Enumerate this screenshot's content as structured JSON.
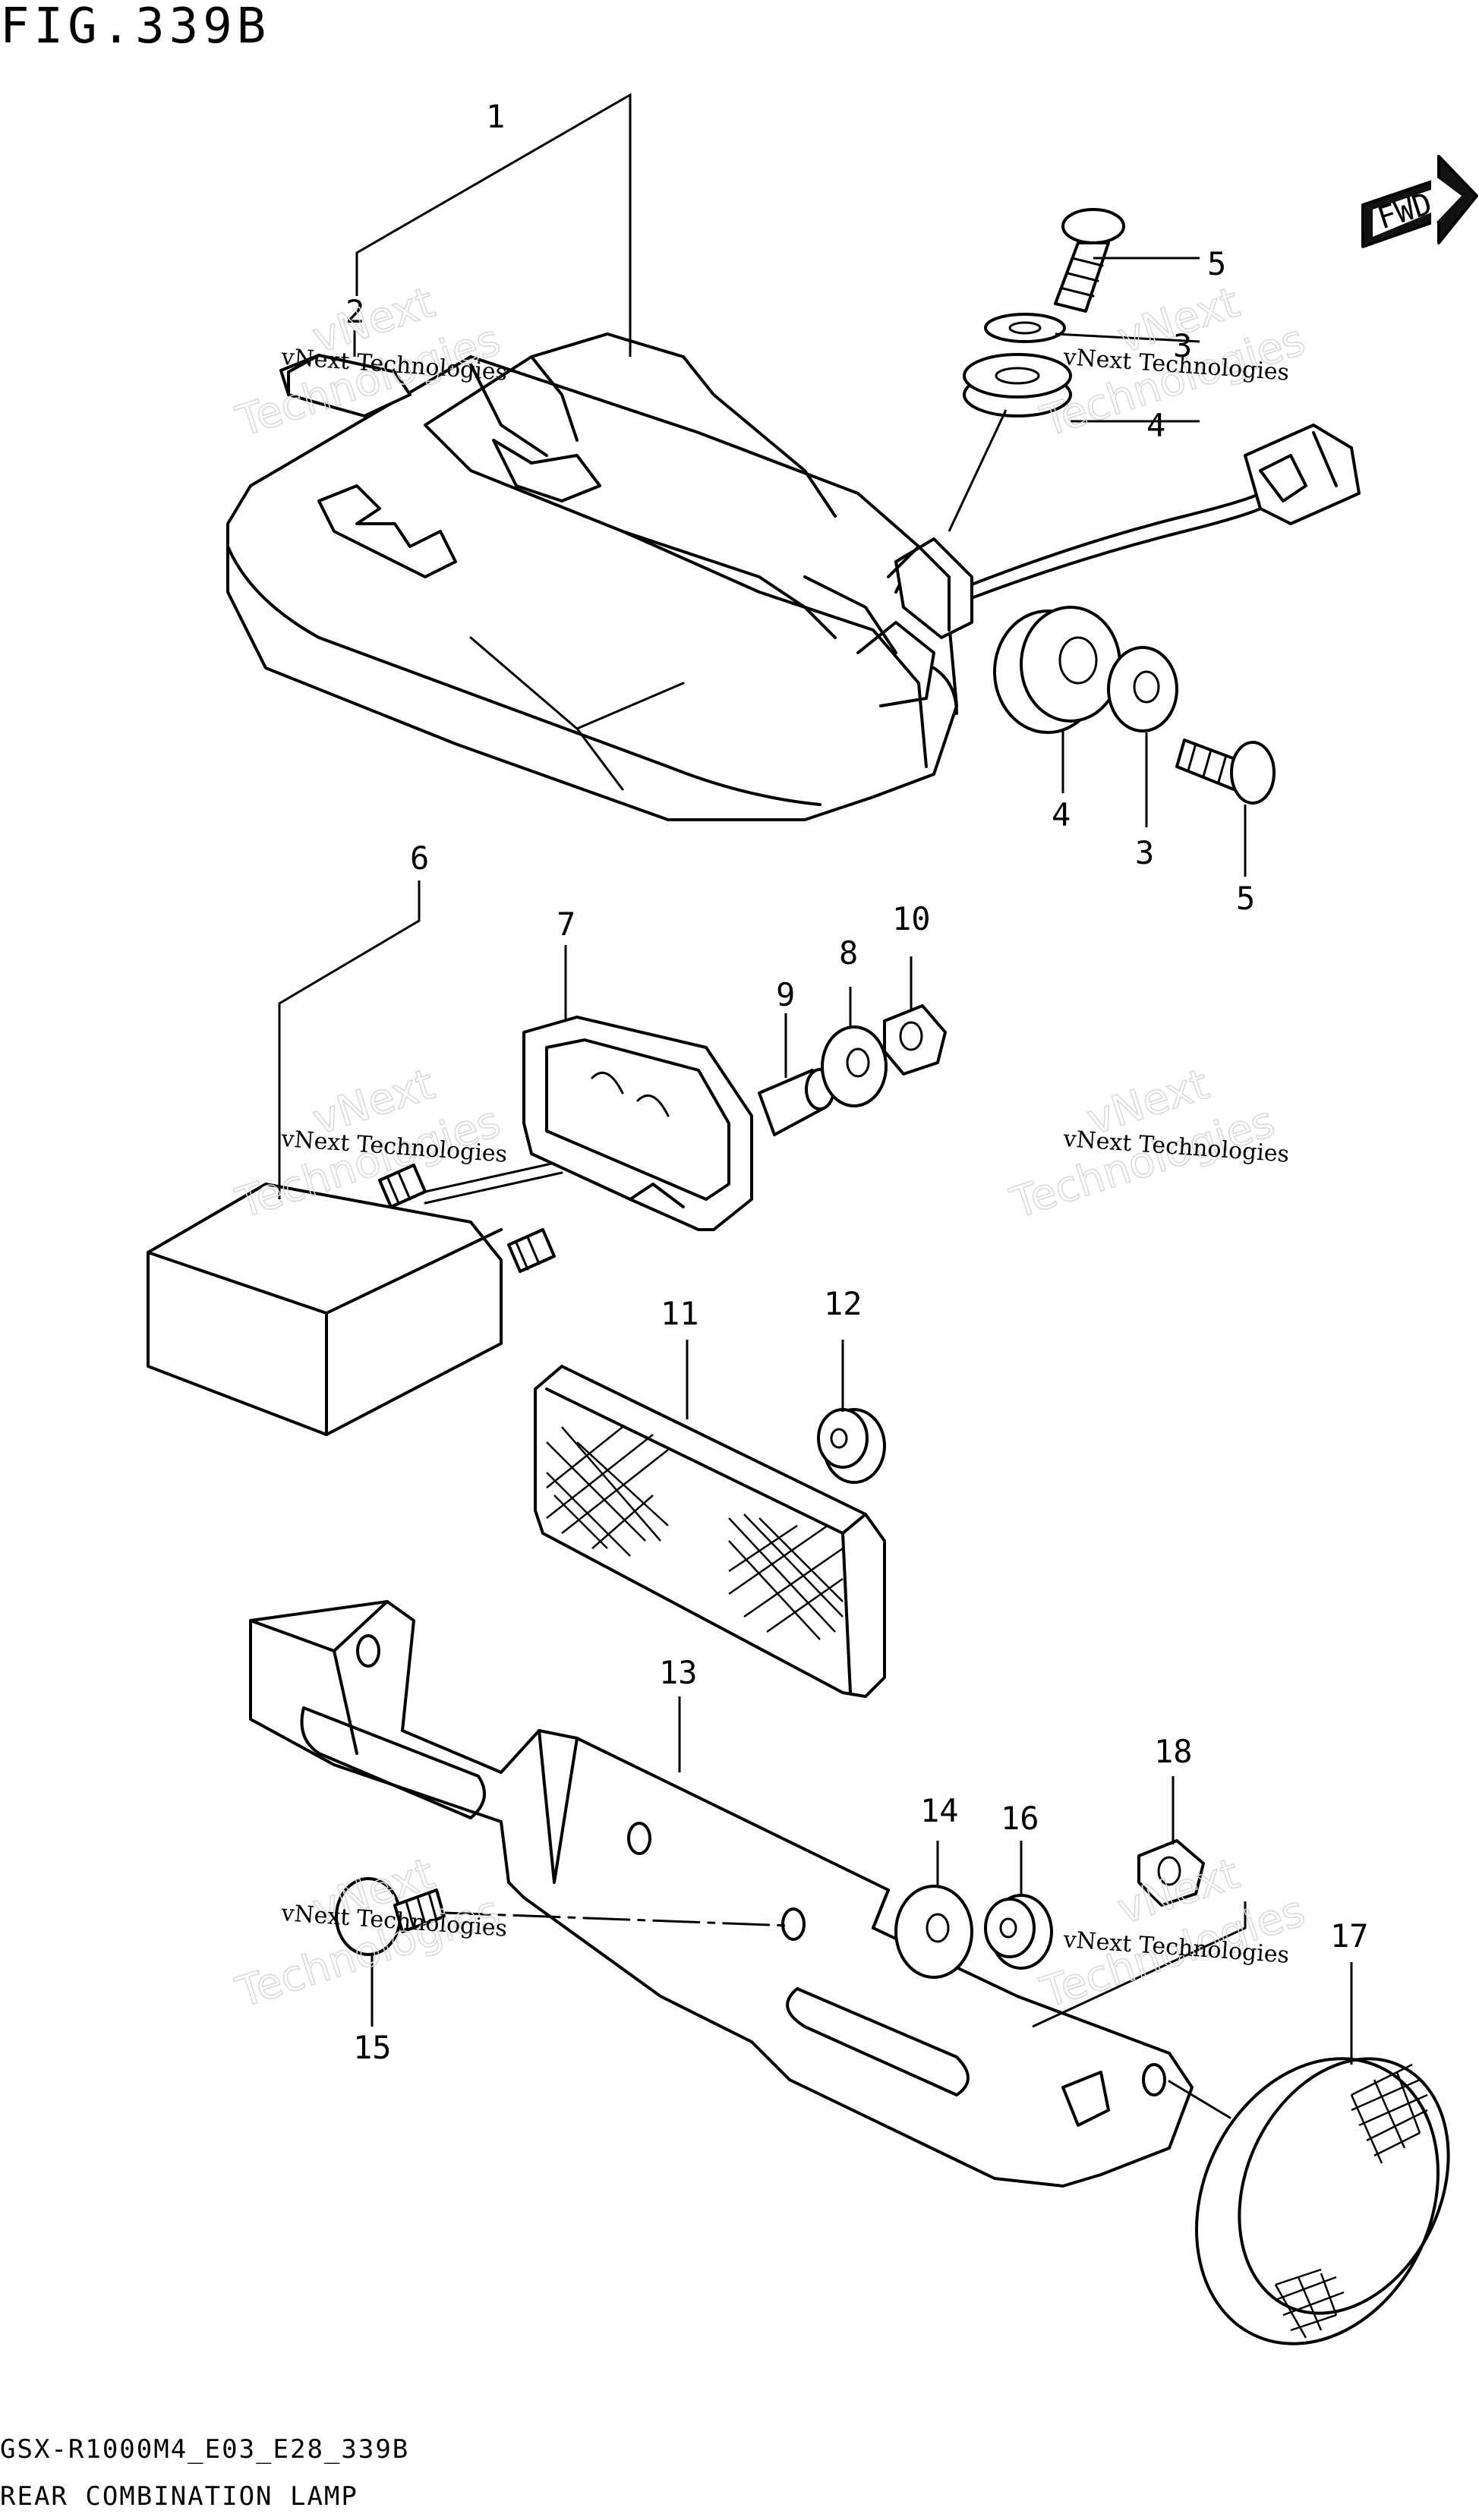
{
  "figure": {
    "title": "FIG.339B",
    "model_code": "GSX-R1000M4_E03_E28_339B",
    "caption": "REAR COMBINATION LAMP"
  },
  "fwd_label": "FWD",
  "watermarks": [
    {
      "line1": "vNext Technologies",
      "line2": "vNext",
      "line3": "Technologies"
    },
    {
      "line1": "vNext Technologies",
      "line2": "vNext",
      "line3": "Technologies"
    },
    {
      "line1": "vNext Technologies",
      "line2": "vNext",
      "line3": "Technologies"
    },
    {
      "line1": "vNext Technologies",
      "line2": "vNext",
      "line3": "Technologies"
    },
    {
      "line1": "vNext Technologies",
      "line2": "vNext",
      "line3": "Technologies"
    },
    {
      "line1": "vNext Technologies",
      "line2": "vNext",
      "line3": "Technologies"
    }
  ],
  "callouts": [
    "1",
    "2",
    "3",
    "3",
    "4",
    "4",
    "5",
    "5",
    "6",
    "7",
    "8",
    "9",
    "10",
    "11",
    "12",
    "13",
    "14",
    "15",
    "16",
    "17",
    "18"
  ]
}
